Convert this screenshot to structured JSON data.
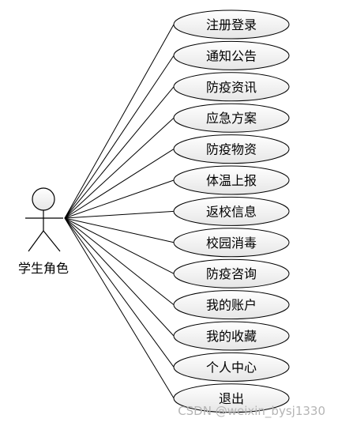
{
  "actor": {
    "label": "学生角色"
  },
  "use_cases": [
    "注册登录",
    "通知公告",
    "防疫资讯",
    "应急方案",
    "防疫物资",
    "体温上报",
    "返校信息",
    "校园消毒",
    "防疫咨询",
    "我的账户",
    "我的收藏",
    "个人中心",
    "退出"
  ],
  "watermark": "CSDN @weixin_bysj1330",
  "colors": {
    "ellipse_fill_top": "#ffffff",
    "ellipse_fill_bottom": "#e8e8e8",
    "stroke": "#000000",
    "watermark": "#b5b5b5"
  }
}
